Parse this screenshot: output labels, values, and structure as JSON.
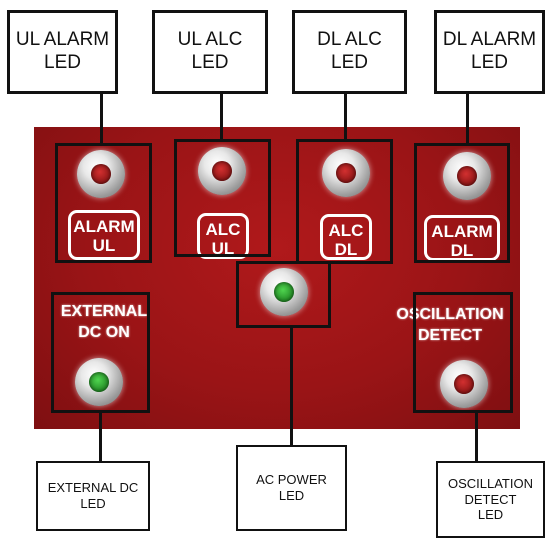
{
  "callouts": {
    "ul_alarm_led": "UL ALARM\nLED",
    "ul_alc_led": "UL ALC\nLED",
    "dl_alc_led": "DL ALC\nLED",
    "dl_alarm_led": "DL ALARM\nLED",
    "external_dc_led": "EXTERNAL DC\nLED",
    "ac_power_led": "AC POWER\nLED",
    "oscillation_detect_led": "OSCILLATION\nDETECT\nLED"
  },
  "panel": {
    "color": "#a01618",
    "badges": {
      "alarm_ul": "ALARM\nUL",
      "alc_ul": "ALC\nUL",
      "alc_dl": "ALC\nDL",
      "alarm_dl": "ALARM\nDL"
    },
    "labels": {
      "external_dc_on": "EXTERNAL\nDC ON",
      "oscillation_detect": "OSCILLATION\nDETECT"
    },
    "leds": {
      "ul_alarm": "red",
      "ul_alc": "red",
      "dl_alc": "red",
      "dl_alarm": "red",
      "external_dc": "green",
      "ac_power": "green",
      "oscillation": "red"
    }
  }
}
